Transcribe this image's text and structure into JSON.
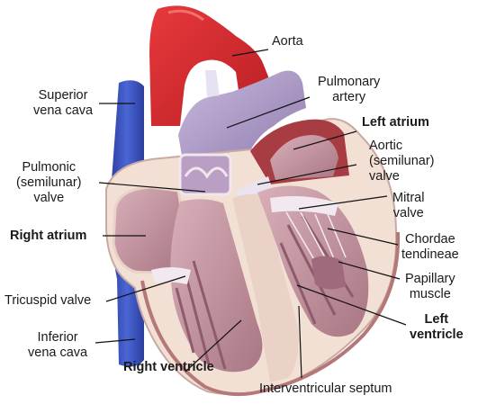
{
  "labels": {
    "aorta": "Aorta",
    "pulmonary_artery": [
      "Pulmonary",
      "artery"
    ],
    "left_atrium": "Left atrium",
    "aortic_valve": [
      "Aortic",
      "(semilunar)",
      "valve"
    ],
    "mitral_valve": [
      "Mitral",
      "valve"
    ],
    "chordae_tendineae": [
      "Chordae",
      "tendineae"
    ],
    "papillary_muscle": [
      "Papillary",
      "muscle"
    ],
    "left_ventricle": [
      "Left",
      "ventricle"
    ],
    "interventricular_septum": "Interventricular septum",
    "right_ventricle": "Right ventricle",
    "inferior_vena_cava": [
      "Inferior",
      "vena cava"
    ],
    "tricuspid_valve": "Tricuspid valve",
    "right_atrium": "Right atrium",
    "pulmonic_valve": [
      "Pulmonic",
      "(semilunar)",
      "valve"
    ],
    "superior_vena_cava": [
      "Superior",
      "vena cava"
    ]
  },
  "colors": {
    "aorta": "#d8242a",
    "vena_cava": "#3b55c4",
    "pulmonary": "#b3a3c9",
    "myocardium": "#f2e0d5",
    "chamber": "#c99aa6",
    "muscle": "#9e6a7c",
    "left_atrium_wall": "#a83c43"
  }
}
